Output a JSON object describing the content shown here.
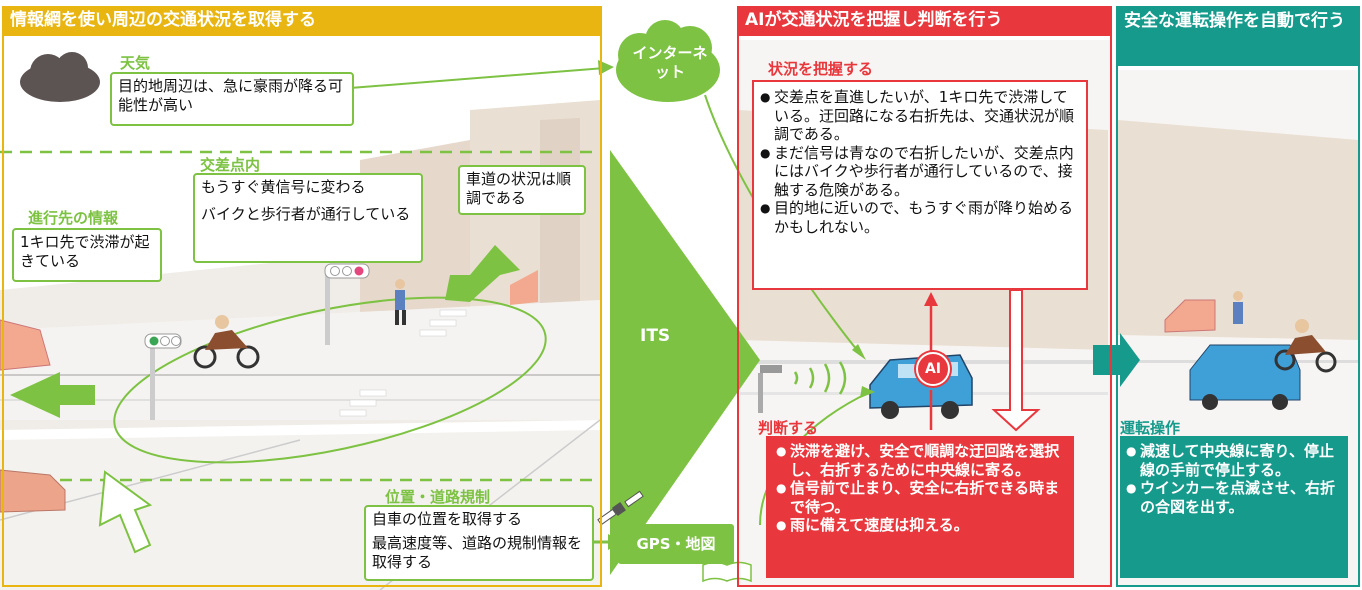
{
  "panel1": {
    "title": "情報網を使い周辺の交通状況を取得する",
    "weather": {
      "heading": "天気",
      "text": "目的地周辺は、急に豪雨が降る可能性が高い"
    },
    "intersection": {
      "heading": "交差点内",
      "line1": "もうすぐ黄信号に変わる",
      "line2": "バイクと歩行者が通行している"
    },
    "road": {
      "text": "車道の状況は順調である"
    },
    "ahead": {
      "heading": "進行先の情報",
      "text": "1キロ先で渋滞が起きている"
    },
    "position": {
      "heading": "位置・道路規制",
      "line1": "自車の位置を取得する",
      "line2": "最高速度等、道路の規制情報を取得する"
    }
  },
  "internet_label": "インターネット",
  "its_label": "ITS",
  "gps_label": "GPS・地図",
  "ai_badge": "AI",
  "panel3": {
    "title": "AIが交通状況を把握し判断を行う",
    "grasp": {
      "heading": "状況を把握する",
      "items": [
        "交差点を直進したいが、1キロ先で渋滞している。迂回路になる右折先は、交通状況が順調である。",
        "まだ信号は青なので右折したいが、交差点内にはバイクや歩行者が通行しているので、接触する危険がある。",
        "目的地に近いので、もうすぐ雨が降り始めるかもしれない。"
      ]
    },
    "judge": {
      "heading": "判断する",
      "items": [
        "渋滞を避け、安全で順調な迂回路を選択し、右折するために中央線に寄る。",
        "信号前で止まり、安全に右折できる時まで待つ。",
        "雨に備えて速度は抑える。"
      ]
    }
  },
  "panel4": {
    "title": "安全な運転操作を自動で行う",
    "operation": {
      "heading": "運転操作",
      "items": [
        "減速して中央線に寄り、停止線の手前で停止する。",
        "ウインカーを点滅させ、右折の合図を出す。"
      ]
    }
  },
  "colors": {
    "green": "#7dc242",
    "yellow": "#e8b511",
    "red": "#e8383d",
    "teal": "#159a8c"
  }
}
